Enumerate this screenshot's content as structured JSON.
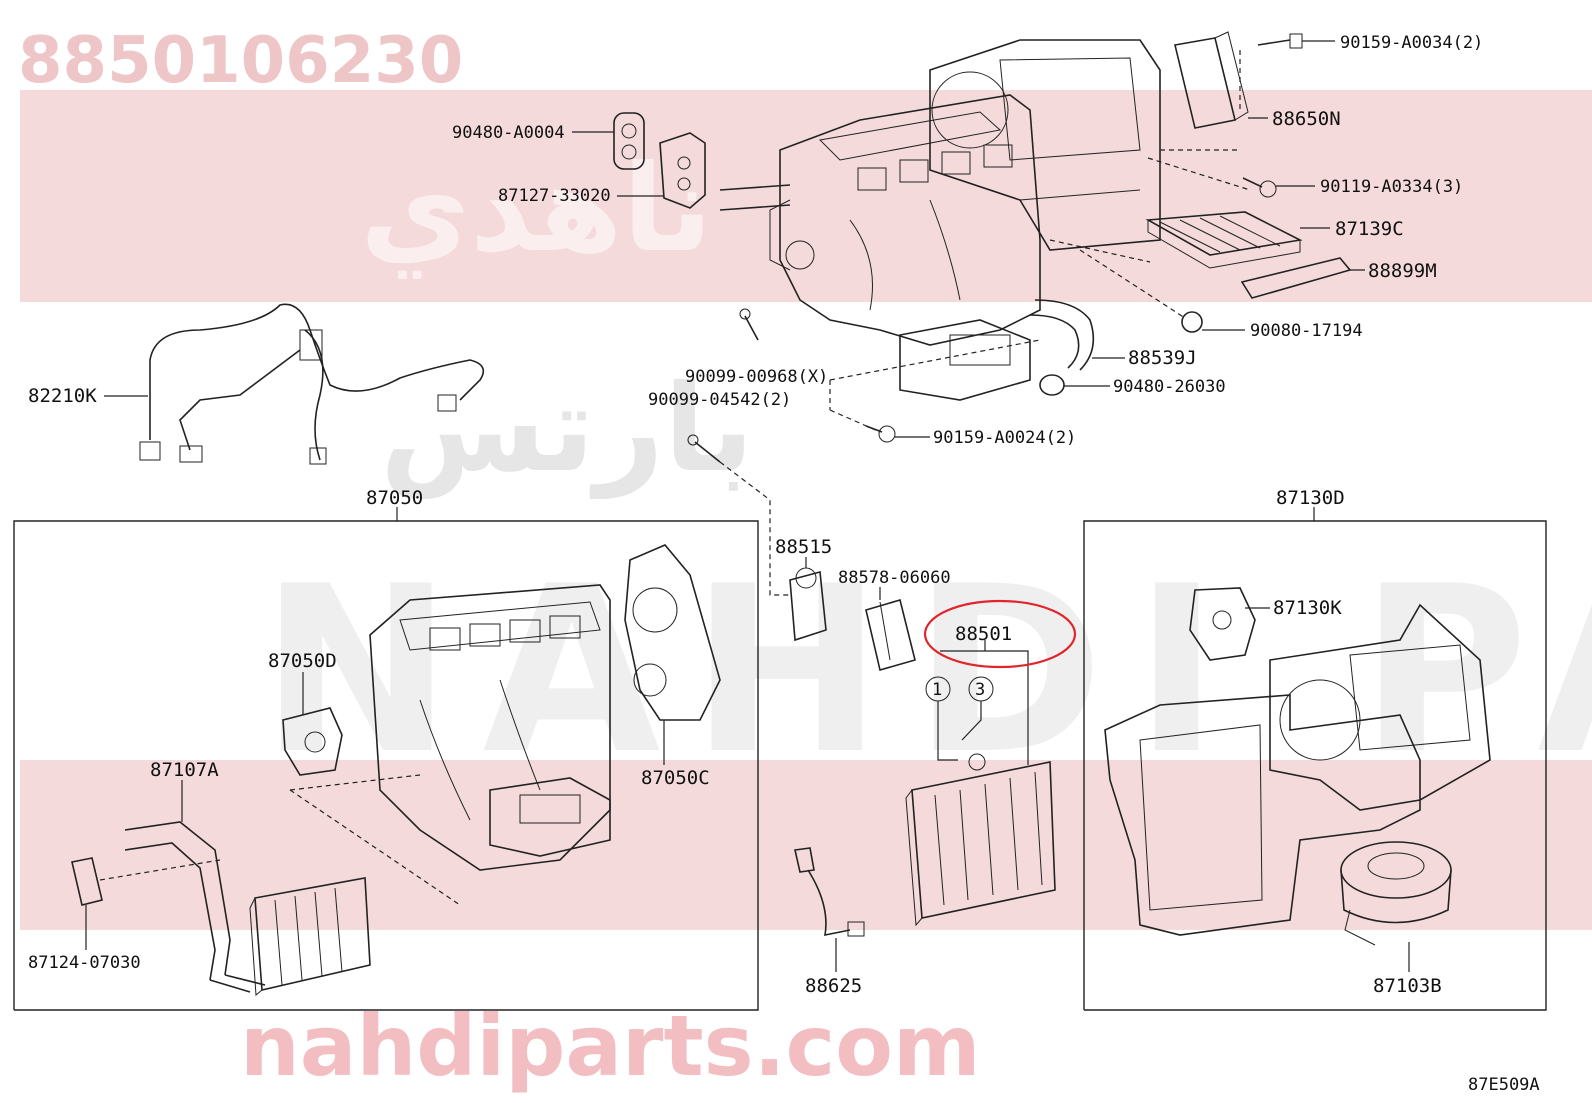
{
  "watermark": {
    "part_number": "8850106230",
    "arabic_top": "ناهدي",
    "arabic_mid": "بارتس",
    "brand_large": "NAHDI PARTS",
    "url": "nahdiparts.com"
  },
  "diagram_code": "87E509A",
  "labels": {
    "l_90159_A0034": "90159-A0034(2)",
    "l_88650N": "88650N",
    "l_90480_A0004": "90480-A0004",
    "l_87127_33020": "87127-33020",
    "l_90119_A0334": "90119-A0334(3)",
    "l_87139C": "87139C",
    "l_88899M": "88899M",
    "l_90080_17194": "90080-17194",
    "l_88539J": "88539J",
    "l_90480_26030": "90480-26030",
    "l_82210K": "82210K",
    "l_90099_00968": "90099-00968(X)",
    "l_90099_04542": "90099-04542(2)",
    "l_90159_A0024": "90159-A0024(2)",
    "l_87050": "87050",
    "l_87130D": "87130D",
    "l_88515": "88515",
    "l_88578_06060": "88578-06060",
    "l_88501": "88501",
    "l_87050D": "87050D",
    "l_87050C": "87050C",
    "l_87130K": "87130K",
    "l_87107A": "87107A",
    "l_87124_07030": "87124-07030",
    "l_88625": "88625",
    "l_87103B": "87103B",
    "callout_1": "1",
    "callout_3": "3"
  },
  "highlight": {
    "target": "88501",
    "color": "#e0262b"
  }
}
